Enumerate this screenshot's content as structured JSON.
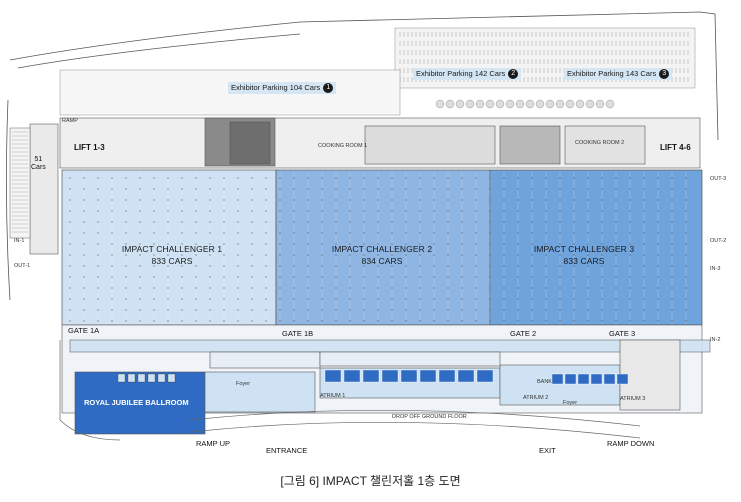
{
  "parking": [
    {
      "label": "Exhibitor Parking 104 Cars",
      "num": "1"
    },
    {
      "label": "Exhibitor Parking 142 Cars",
      "num": "2"
    },
    {
      "label": "Exhibitor Parking 143 Cars",
      "num": "3"
    }
  ],
  "lifts": {
    "left": "LIFT 1-3",
    "right": "LIFT 4-6"
  },
  "side_parking": {
    "count": "51",
    "unit": "Cars"
  },
  "halls": [
    {
      "name": "IMPACT CHALLENGER 1",
      "cars": "833 CARS"
    },
    {
      "name": "IMPACT CHALLENGER 2",
      "cars": "834 CARS"
    },
    {
      "name": "IMPACT CHALLENGER 3",
      "cars": "833 CARS"
    }
  ],
  "gates": [
    "GATE 1A",
    "GATE 1B",
    "GATE 2",
    "GATE 3"
  ],
  "ballroom": "ROYAL JUBILEE BALLROOM",
  "bottom_labels": {
    "ramp_up": "RAMP UP",
    "entrance": "ENTRANCE",
    "exit": "EXIT",
    "ramp_down": "RAMP DOWN"
  },
  "rooms": {
    "cooking1": "COOKING ROOM 1",
    "cooking2": "COOKING ROOM 2",
    "ramp": "RAMP",
    "foyer": "Foyer",
    "foyer2": "Foyer",
    "atrium1": "ATRIUM 1",
    "atrium2": "ATRIUM 2",
    "atrium3": "ATRIUM 3",
    "bank": "BANK",
    "dropoff": "DROP OFF GROUND FLOOR"
  },
  "side_io": {
    "in1": "IN-1",
    "out1": "OUT-1",
    "out2": "OUT-2",
    "in2": "IN-2",
    "out3": "OUT-3",
    "in3": "IN-3",
    "in_2b": "IN-2",
    "out_1": "OUT-1"
  },
  "caption": "[그림 6] IMPACT 챌린저홀 1층 도면"
}
